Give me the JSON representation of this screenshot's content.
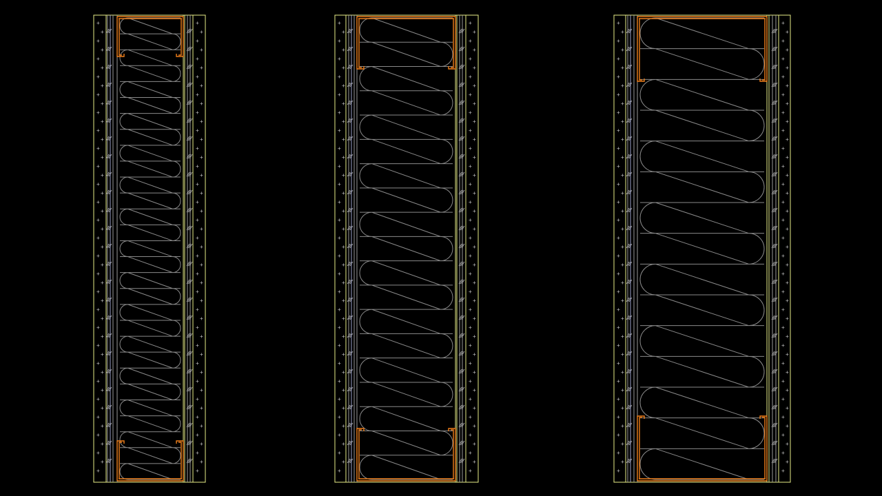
{
  "drawing": {
    "background": "#000000",
    "colors": {
      "outline": "#e8ee88",
      "board_hatch": "#b8b8b8",
      "board_plus": "#bcbcbc",
      "stud": "#ef7f1a",
      "insulation": "#8a8a8a",
      "line_gray": "#9a9a9a",
      "line_blue": "#9aa0c8"
    },
    "sections": [
      {
        "id": "section-a",
        "insulation_loops": 29
      },
      {
        "id": "section-b",
        "insulation_loops": 19
      },
      {
        "id": "section-c",
        "insulation_loops": 15
      }
    ]
  }
}
